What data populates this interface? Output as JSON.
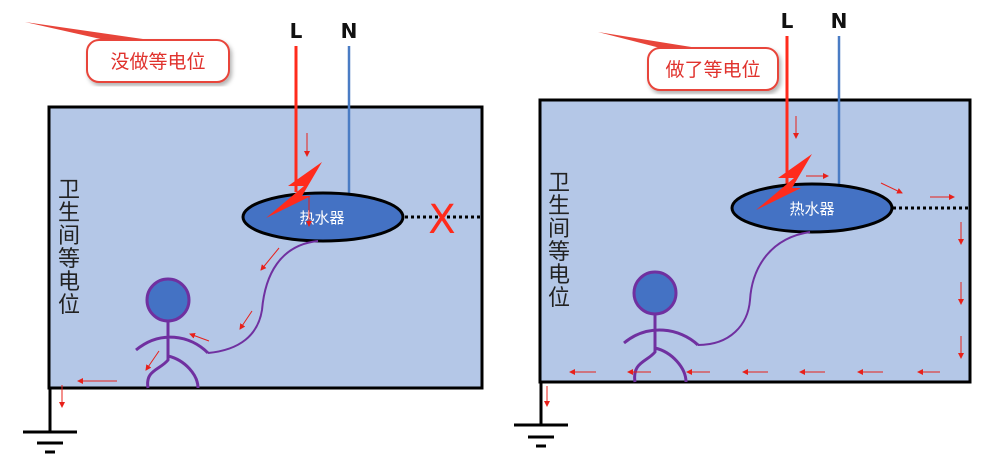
{
  "left": {
    "callout": "没做等电位",
    "live_label": "L",
    "neutral_label": "N",
    "device": "热水器",
    "room_label": [
      "卫",
      "生",
      "间",
      "等",
      "电",
      "位"
    ],
    "cross_mark": "X"
  },
  "right": {
    "callout": "做了等电位",
    "live_label": "L",
    "neutral_label": "N",
    "device": "热水器",
    "room_label": [
      "卫",
      "生",
      "间",
      "等",
      "电",
      "位"
    ]
  },
  "colors": {
    "room": "#b4c7e7",
    "device": "#4472c4",
    "live": "#ff2b1c",
    "neutral": "#4a7cc4",
    "body": "#7030a0",
    "arrow": "#e8201a"
  }
}
